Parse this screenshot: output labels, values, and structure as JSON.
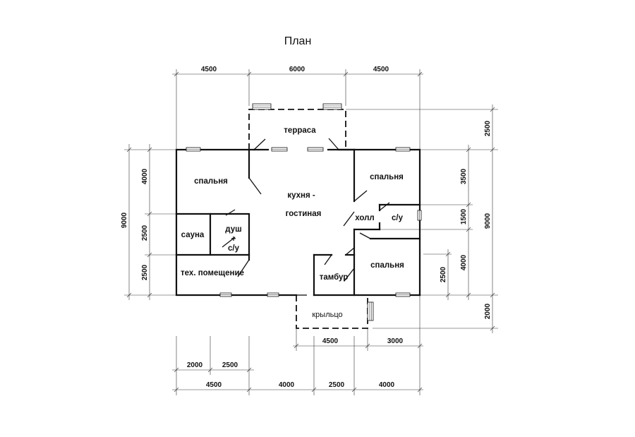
{
  "title": "План",
  "rooms": {
    "terrace": "терраса",
    "bedroom_left": "спальня",
    "kitchen_line1": "кухня -",
    "kitchen_line2": "гостиная",
    "bedroom_right_top": "спальня",
    "hall": "холл",
    "bath_right": "с/у",
    "sauna": "сауна",
    "shower_line1": "душ",
    "shower_line2": "+",
    "shower_line3": "с/у",
    "tech_room": "тех. помещение",
    "vestibule": "тамбур",
    "bedroom_right_bottom": "спальня",
    "porch": "крыльцо"
  },
  "dimensions": {
    "top": [
      "4500",
      "6000",
      "4500"
    ],
    "left_outer": "9000",
    "left_inner": [
      "4000",
      "2500",
      "2500"
    ],
    "right_outer": [
      "2500",
      "9000",
      "2000"
    ],
    "right_inner": [
      "3500",
      "1500",
      "4000"
    ],
    "right_small": "2500",
    "porch_bottom": [
      "4500",
      "3000"
    ],
    "bottom_small": [
      "2000",
      "2500"
    ],
    "bottom": [
      "4500",
      "4000",
      "2500",
      "4000"
    ]
  }
}
